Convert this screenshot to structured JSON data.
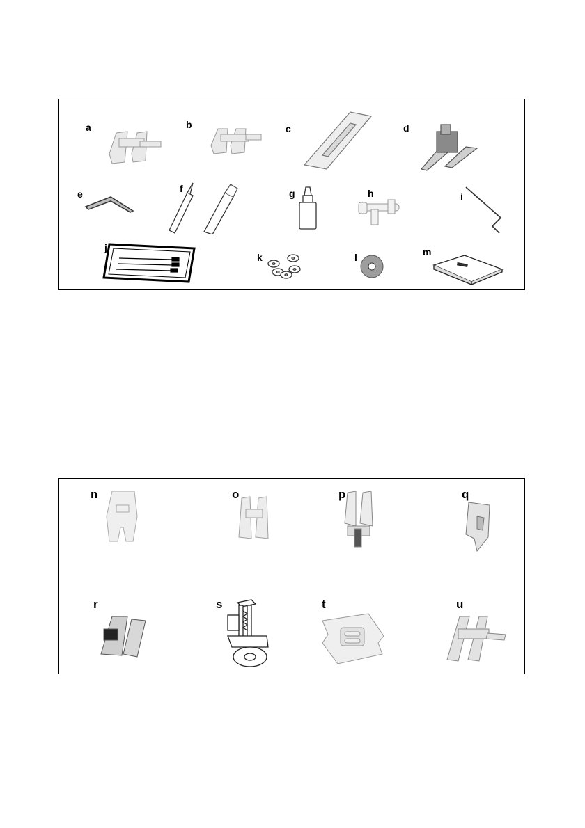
{
  "top_panel": {
    "items": [
      {
        "label": "a",
        "icon": "open-toe-presser-foot-icon"
      },
      {
        "label": "b",
        "icon": "presser-foot-icon"
      },
      {
        "label": "c",
        "icon": "needle-plate-icon"
      },
      {
        "label": "d",
        "icon": "quilting-presser-foot-icon"
      },
      {
        "label": "e",
        "icon": "edge-guide-icon"
      },
      {
        "label": "f",
        "icon": "seam-ripper-and-brush-icon"
      },
      {
        "label": "g",
        "icon": "oil-bottle-icon"
      },
      {
        "label": "h",
        "icon": "spool-holder-icon"
      },
      {
        "label": "i",
        "icon": "hex-key-icon"
      },
      {
        "label": "j",
        "icon": "needle-pack-icon"
      },
      {
        "label": "k",
        "icon": "bobbins-icon"
      },
      {
        "label": "l",
        "icon": "spool-cap-icon"
      },
      {
        "label": "m",
        "icon": "cover-plate-icon"
      }
    ]
  },
  "bottom_panel": {
    "items": [
      {
        "label": "n",
        "icon": "satin-stitch-foot-icon"
      },
      {
        "label": "o",
        "icon": "open-toe-foot-icon"
      },
      {
        "label": "p",
        "icon": "zipper-foot-icon"
      },
      {
        "label": "q",
        "icon": "buttonhole-foot-icon"
      },
      {
        "label": "r",
        "icon": "blind-hem-foot-icon"
      },
      {
        "label": "s",
        "icon": "darning-foot-icon"
      },
      {
        "label": "t",
        "icon": "non-stick-foot-icon"
      },
      {
        "label": "u",
        "icon": "edge-joining-foot-icon"
      }
    ]
  }
}
